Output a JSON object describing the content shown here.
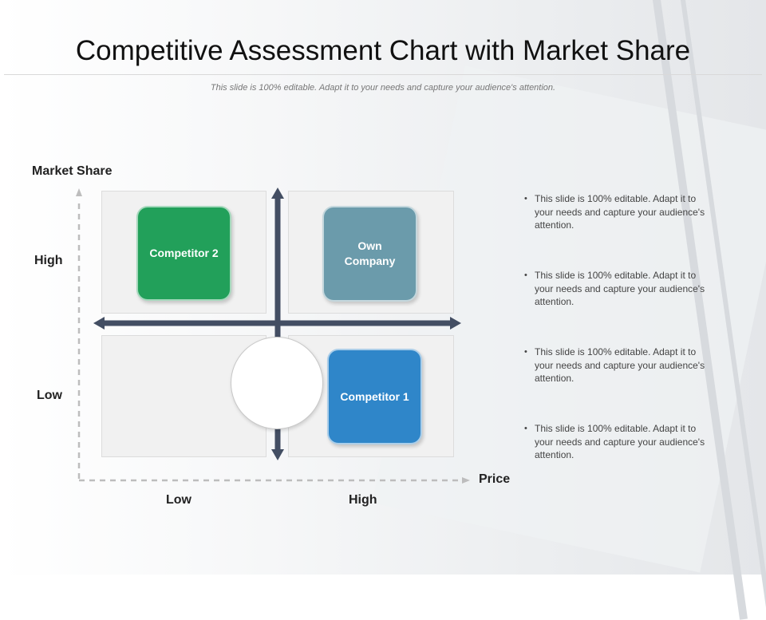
{
  "slide": {
    "title": "Competitive Assessment Chart with Market Share",
    "subtitle": "This slide is 100% editable. Adapt it to your needs and capture your audience's attention."
  },
  "axes": {
    "y_title": "Market Share",
    "y_high": "High",
    "y_low": "Low",
    "x_title": "Price",
    "x_low": "Low",
    "x_high": "High"
  },
  "quadrants": {
    "top_left": {
      "label": "Competitor 2",
      "color": "#22a05a"
    },
    "top_right": {
      "label": "Own Company",
      "color": "#6b9bab"
    },
    "bottom_right": {
      "label": "Competitor 1",
      "color": "#2f86c9"
    }
  },
  "notes": [
    "This slide is 100% editable. Adapt it to your needs and capture your audience's attention.",
    "This slide is 100% editable. Adapt it to your needs and capture your audience's attention.",
    "This slide is 100% editable. Adapt it to your needs and capture your audience's attention.",
    "This slide is 100% editable. Adapt it to your needs and capture your audience's attention."
  ],
  "colors": {
    "cross_arrows": "#434e63",
    "axis_dashes": "#bdbdbd"
  }
}
